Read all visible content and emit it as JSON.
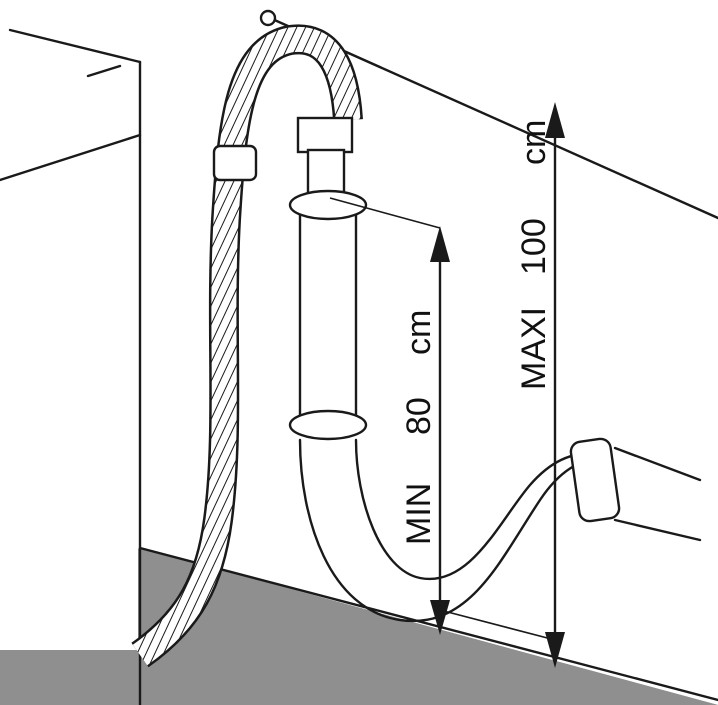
{
  "labels": {
    "min_word": "MIN",
    "min_value": "80",
    "min_unit": "cm",
    "max_word": "MAXI",
    "max_value": "100",
    "max_unit": "cm"
  },
  "colors": {
    "floor": "#8f8f8f",
    "stroke": "#1a1a1a",
    "background": "#ffffff"
  }
}
